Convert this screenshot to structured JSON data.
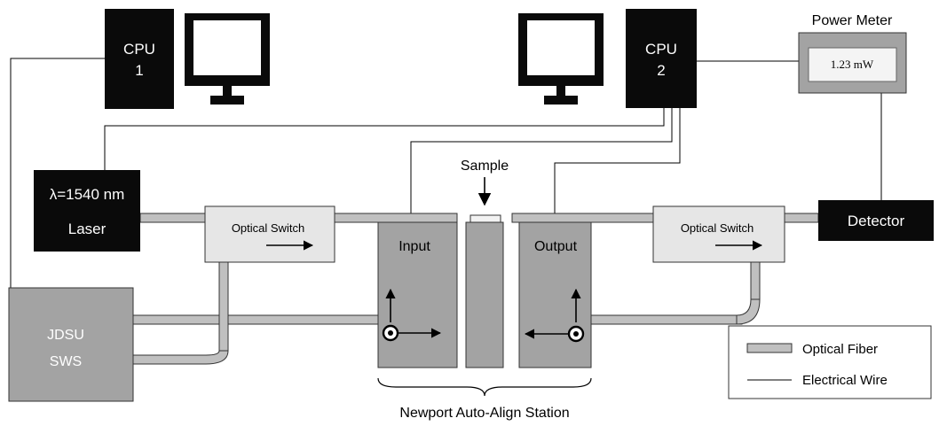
{
  "cpu1": {
    "line1": "CPU",
    "line2": "1"
  },
  "cpu2": {
    "line1": "CPU",
    "line2": "2"
  },
  "power_meter": {
    "title": "Power Meter",
    "reading": "1.23  mW"
  },
  "laser": {
    "line1": "λ=1540 nm",
    "line2": "Laser"
  },
  "switch_left": {
    "label": "Optical Switch"
  },
  "switch_right": {
    "label": "Optical Switch"
  },
  "input_stage": {
    "label": "Input"
  },
  "output_stage": {
    "label": "Output"
  },
  "sample": {
    "label": "Sample"
  },
  "detector": {
    "label": "Detector"
  },
  "jdsu": {
    "line1": "JDSU",
    "line2": "SWS"
  },
  "station": {
    "label": "Newport Auto-Align Station"
  },
  "legend": {
    "fiber_label": "Optical Fiber",
    "wire_label": "Electrical Wire"
  },
  "colors": {
    "box_black": "#0a0a0a",
    "box_gray": "#a3a3a3",
    "fiber_fill": "#c0c0c0",
    "switch_fill": "#e6e6e6"
  }
}
